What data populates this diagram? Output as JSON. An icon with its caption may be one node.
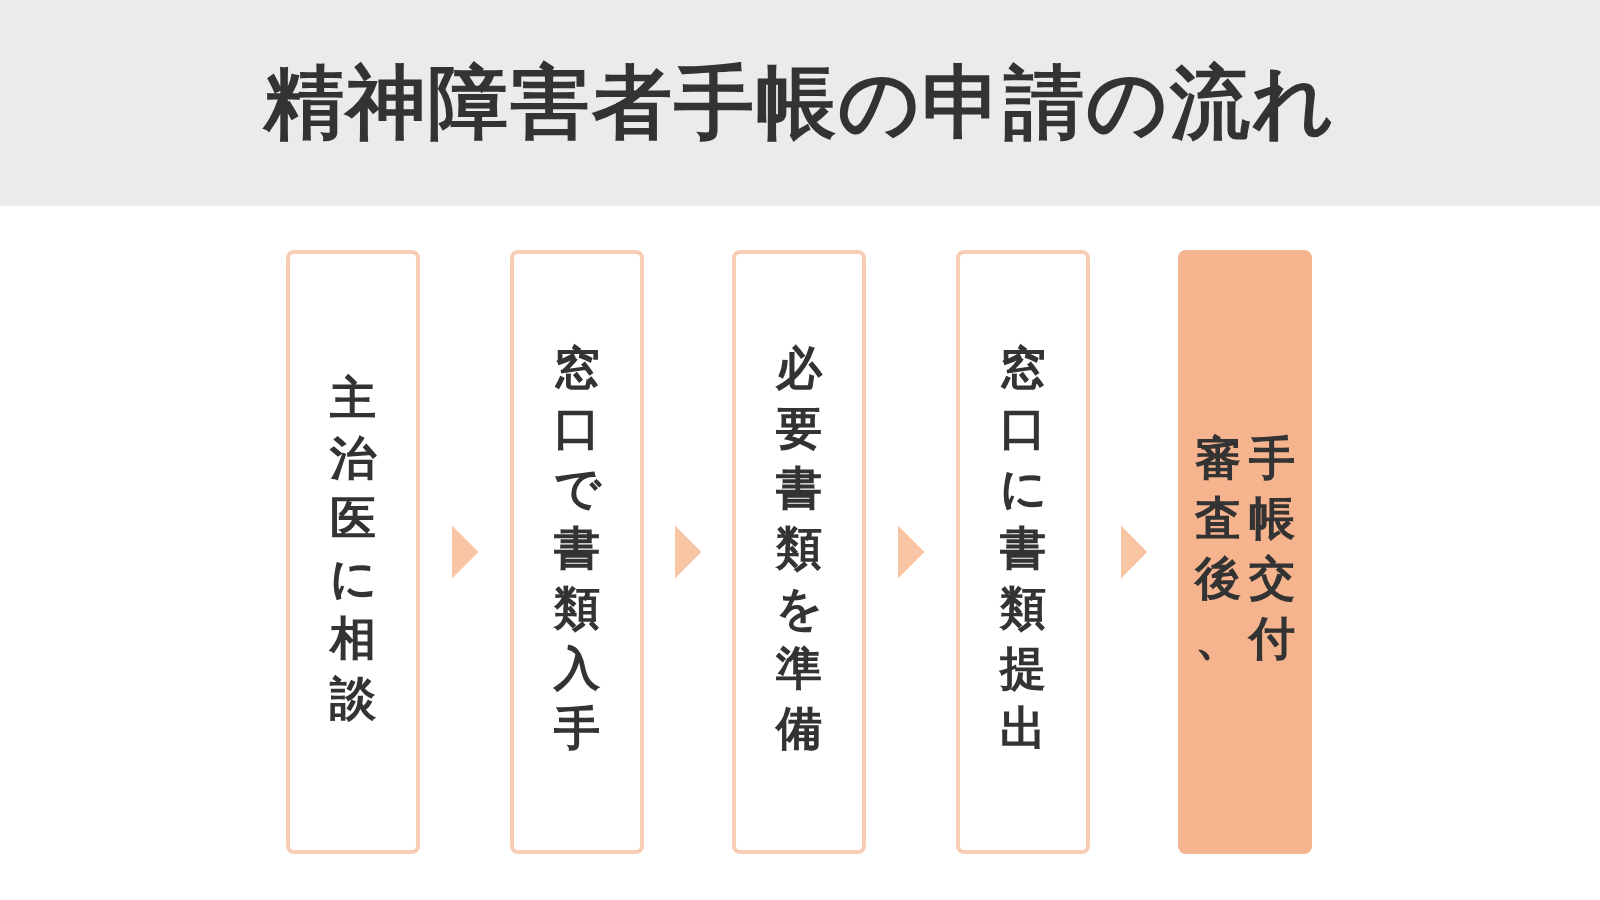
{
  "diagram": {
    "title": "精神障害者手帳の申請の流れ",
    "nodes": [
      {
        "text": [
          "主治医に相談"
        ]
      },
      {
        "text": [
          "窓口で書類入手"
        ]
      },
      {
        "text": [
          "必要書類を準備"
        ]
      },
      {
        "text": [
          "窓口に書類提出"
        ]
      },
      {
        "text": [
          "審査後、",
          "手帳交付"
        ]
      }
    ],
    "edges": [
      {
        "from": 0,
        "to": 1,
        "arrow": "to"
      },
      {
        "from": 1,
        "to": 2,
        "arrow": "to"
      },
      {
        "from": 2,
        "to": 3,
        "arrow": "to"
      },
      {
        "from": 3,
        "to": 4,
        "arrow": "to"
      }
    ]
  }
}
